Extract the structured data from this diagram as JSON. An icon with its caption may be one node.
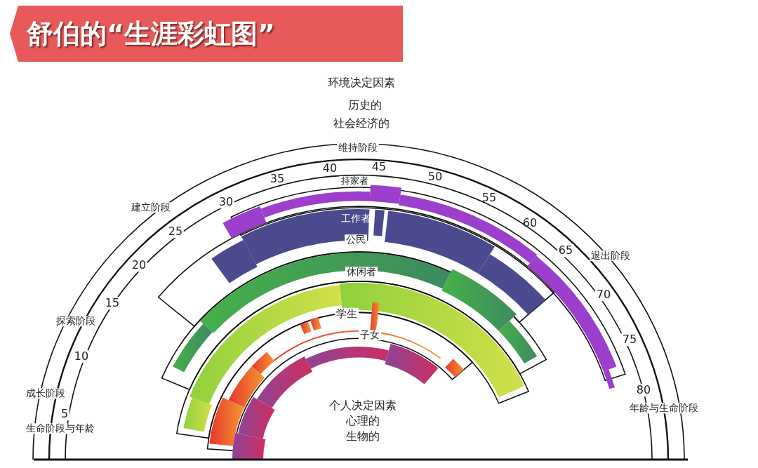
{
  "diagram": {
    "title": "舒伯的“生涯彩虹图”",
    "labels": [
      "环境决定因素",
      "历史的",
      "社会经济的",
      "维持阶段",
      "40",
      "45",
      "35",
      "50",
      "持家者",
      "55",
      "建立阶段",
      "30",
      "60",
      "工作者",
      "25",
      "公民",
      "65",
      "退出阶段",
      "20",
      "休闲者",
      "70",
      "15",
      "探索阶段",
      "学生",
      "子女",
      "10",
      "75",
      "成长阶段",
      "80",
      "个人决定因素",
      "年龄与生命阶段",
      "5",
      "心理的",
      "生命阶段与年龄",
      "生物的"
    ]
  }
}
